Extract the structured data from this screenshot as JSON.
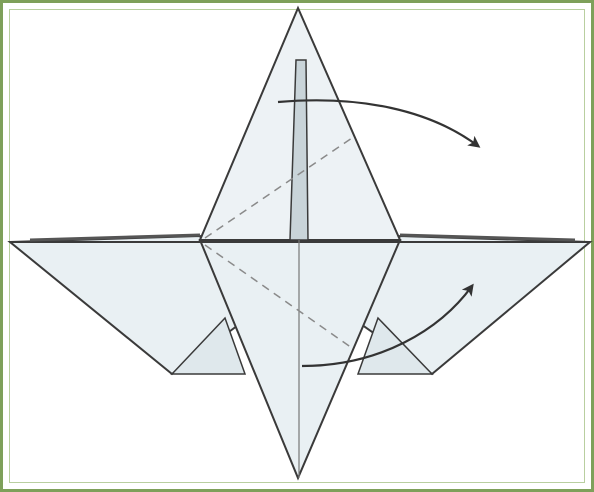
{
  "figure": {
    "kind": "origami folding step diagram",
    "border_color": "#7ea05a",
    "paper_fill": "#e9f0f3",
    "line_color": "#3a3a3a",
    "dashed_line_color": "#8a8a8a",
    "arrow_color": "#333333",
    "arrows": [
      {
        "name": "fold-arrow-upper",
        "direction": "right"
      },
      {
        "name": "fold-arrow-lower",
        "direction": "up-right"
      }
    ]
  }
}
